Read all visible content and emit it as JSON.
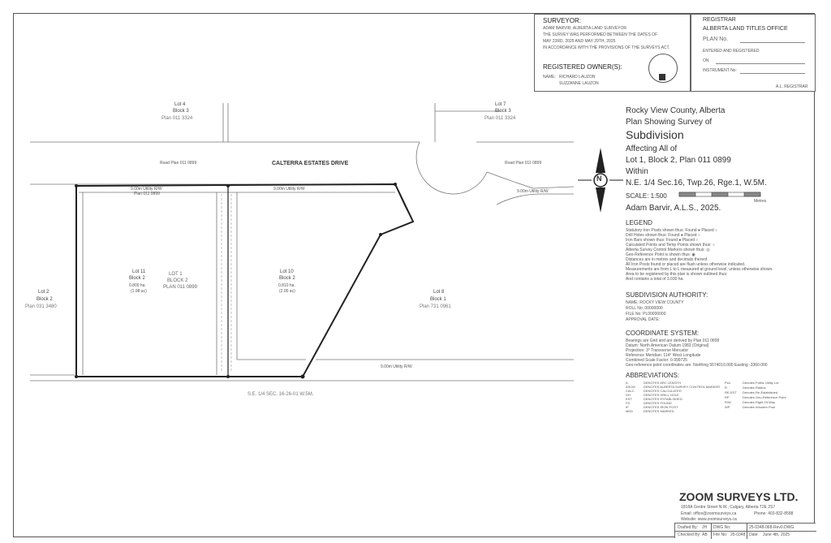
{
  "surveyor": {
    "title": "SURVEYOR:",
    "lines": [
      "ADAM BARVIR, ALBERTA LAND SURVEYOR",
      "THE SURVEY WAS PERFORMED BETWEEN THE DATES OF",
      "MAY 23RD, 2025 AND MAY 29TH, 2025",
      "IN ACCORDANCE WITH THE PROVISIONS OF THE SURVEYS ACT."
    ],
    "owners_title": "REGISTERED OWNER(S):",
    "owners_name_label": "NAME:",
    "owners": [
      "RICHARD LAUZON",
      "SUZZANNE LAUZON"
    ]
  },
  "registrar": {
    "title": "REGISTRAR",
    "office": "ALBERTA LAND TITLES OFFICE",
    "plan_no": "PLAN No.",
    "entered": "ENTERED AND REGISTERED",
    "on": "ON",
    "instrument": "INSTRUMENT No:",
    "signature": "A.L. REGISTRAR"
  },
  "title_block": {
    "county": "Rocky View County, Alberta",
    "plan_showing": "Plan Showing Survey of",
    "subdivision": "Subdivision",
    "affecting": "Affecting All of",
    "lot_line": "Lot 1, Block 2, Plan 011 0899",
    "within": "Within",
    "location": "N.E. 1/4 Sec.16, Twp.26, Rge.1, W.5M.",
    "scale": "SCALE: 1:500",
    "scale_units": "Metres",
    "author": "Adam Barvir, A.L.S., 2025."
  },
  "legend": {
    "title": "LEGEND",
    "lines": [
      "Statutory Iron Posts shown thus:  Found ●   Placed ○",
      "Drill Holes shown thus:  Found ●   Placed ○",
      "Iron Bars shown thus:  Found ●   Placed ○",
      "Calculated Points and Temp Points shown thus: ○",
      "Alberta Survey Control Markers shown thus: ◎",
      "Geo-Reference Point is shown thus: ◉",
      "Distances are in metres and decimals thereof.",
      "All Iron Posts found or placed are flush unless otherwise indicated.",
      "Measurements are from L to L measured at ground level, unless otherwise shown.",
      "Area to be registered by this plan is shown outlined thus:",
      "And contains a total of 3.030 ha."
    ]
  },
  "authority": {
    "title": "SUBDIVISION AUTHORITY:",
    "lines": [
      "NAME: ROCKY VIEW COUNTY",
      "ROLL No: 00000000",
      "FILE No: PL00000000",
      "APPROVAL DATE:"
    ]
  },
  "coordinates": {
    "title": "COORDINATE SYSTEM:",
    "lines": [
      "Bearings are Grid and are derived by Plan 011 0899",
      "Datum: North American Datum 1983 (Original)",
      "Projection: 3° Transverse Mercator",
      "Reference Meridian: 114° West Longitude",
      "Combined Scale Factor: 0.999725",
      "Geo-reference point coordinates are: Northing 5674010.000  Easting -3360.000"
    ]
  },
  "abbreviations": {
    "title": "ABBREVIATIONS:",
    "left": [
      [
        "A",
        "DENOTES ARC LENGTH"
      ],
      [
        "ASCM",
        "DENOTES ALBERTA SURVEY CONTROL MARKER"
      ],
      [
        "CALC",
        "DENOTES CALCULATED"
      ],
      [
        "DH",
        "DENOTES DRILL HOLE"
      ],
      [
        "EST",
        "DENOTES ESTABLISHED"
      ],
      [
        "FD",
        "DENOTES FOUND"
      ],
      [
        "IP",
        "DENOTES IRON POST"
      ],
      [
        "MKD",
        "DENOTES MARKED"
      ]
    ],
    "right": [
      [
        "PUL",
        "Denotes Public Utility Lot"
      ],
      [
        "R",
        "Denotes Radius"
      ],
      [
        "RE-EST",
        "Denotes Re-Established"
      ],
      [
        "RP",
        "Denotes Geo-Reference Point"
      ],
      [
        "R/W",
        "Denotes Right-Of-Way"
      ],
      [
        "WP",
        "Denotes Wooden Post"
      ]
    ]
  },
  "company": {
    "name": "ZOOM SURVEYS LTD.",
    "address": "1818A Centre Street N.W., Calgary, Alberta T2E 2S7",
    "email": "Email: office@zoomsurveys.ca",
    "phone": "Phone: 403-832-8588",
    "website": "Website: www.zoomsurveys.ca",
    "drafted_label": "Drafted By:",
    "drafted": "JH",
    "checked_label": "Checked By:",
    "checked": "AB",
    "dwg_label": "DWG No:",
    "dwg": "25-0348-068-Rev0.DWG",
    "file_label": "File No:",
    "file": "25-0348",
    "date_label": "Date:",
    "date": "June 4th, 2025"
  },
  "map": {
    "lot4": "Lot 4",
    "block3a": "Block 3",
    "plan_a": "Plan 011 3324",
    "lot7": "Lot 7",
    "block3b": "Block 3",
    "plan_b": "Plan 011 3324",
    "road_plan_left": "Road Plan 011 0899",
    "road_plan_right": "Road Plan 011 0899",
    "road": "CALTERRA ESTATES DRIVE",
    "lot2": "Lot 2",
    "block2_left": "Block 2",
    "plan_left": "Plan 031 3480",
    "lot11": "Lot 11",
    "block2_11": "Block 2",
    "area_11": "0.800 ha.",
    "acres_11": "(1.98 ac)",
    "lot1": "LOT 1",
    "block2_1": "BLOCK 2",
    "plan_1": "PLAN 011 0899",
    "lot10": "Lot 10",
    "block2_10": "Block 2",
    "area_10": "0.810 ha.",
    "acres_10": "(2.00 ac)",
    "lot8": "Lot 8",
    "block1": "Block 1",
    "plan_8": "Plan 731 0961",
    "bottom_location": "S.E. 1/4 SEC. 16-26-01 W.5M.",
    "util_rw": "9.00m Utility R/W",
    "util_plan": "Plan 011 0899",
    "north": "N"
  },
  "colors": {
    "line": "#555555",
    "boundary": "#222222",
    "accent": "#333333"
  }
}
